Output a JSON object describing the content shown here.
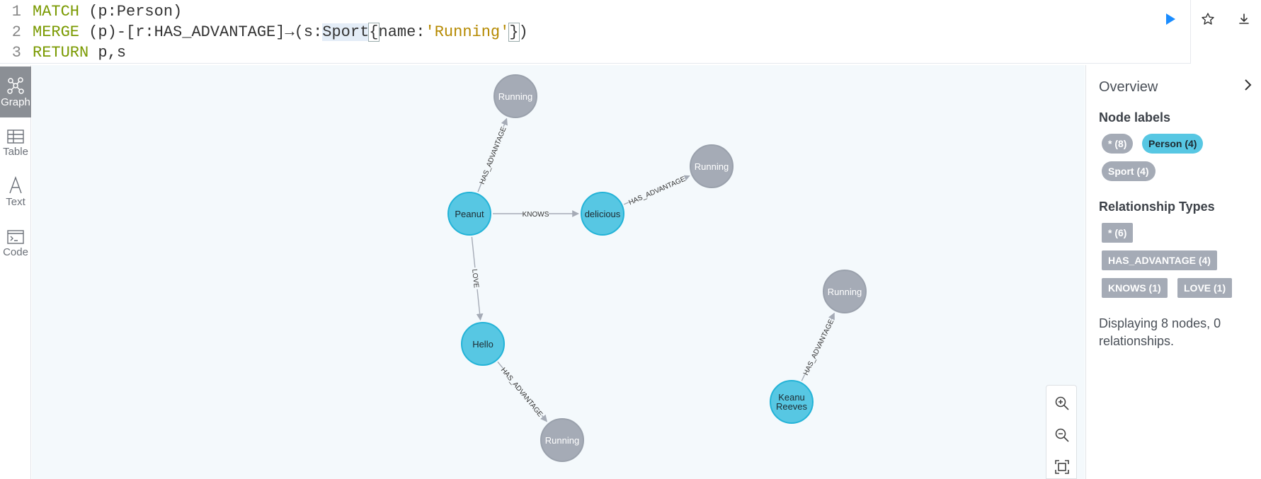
{
  "editor": {
    "lines": [
      {
        "num": "1",
        "parts": [
          [
            "kw",
            "MATCH"
          ],
          [
            "t",
            " (p:Person)"
          ]
        ]
      },
      {
        "num": "2",
        "parts": [
          [
            "kw",
            "MERGE"
          ],
          [
            "t",
            " (p)-[r:HAS_ADVANTAGE]→(s:"
          ],
          [
            "hl",
            "Sport"
          ],
          [
            "brk",
            "{"
          ],
          [
            "t",
            "name:"
          ],
          [
            "str",
            "'Running'"
          ],
          [
            "brk",
            "}"
          ],
          [
            "t",
            ")"
          ]
        ]
      },
      {
        "num": "3",
        "parts": [
          [
            "kw",
            "RETURN"
          ],
          [
            "t",
            " p,s"
          ]
        ]
      }
    ],
    "icons": [
      "play-icon",
      "star-icon",
      "download-icon"
    ]
  },
  "rail": [
    {
      "name": "graph",
      "label": "Graph",
      "active": true
    },
    {
      "name": "table",
      "label": "Table",
      "active": false
    },
    {
      "name": "text",
      "label": "Text",
      "active": false
    },
    {
      "name": "code",
      "label": "Code",
      "active": false
    }
  ],
  "graph": {
    "nodes": [
      {
        "id": "peanut",
        "label": "Peanut",
        "kind": "person"
      },
      {
        "id": "delicious",
        "label": "delicious",
        "kind": "person"
      },
      {
        "id": "hello",
        "label": "Hello",
        "kind": "person"
      },
      {
        "id": "keanu",
        "label": "Keanu\nReeves",
        "kind": "person"
      },
      {
        "id": "run1",
        "label": "Running",
        "kind": "sport"
      },
      {
        "id": "run2",
        "label": "Running",
        "kind": "sport"
      },
      {
        "id": "run3",
        "label": "Running",
        "kind": "sport"
      },
      {
        "id": "run4",
        "label": "Running",
        "kind": "sport"
      }
    ],
    "edges": [
      {
        "from": "peanut",
        "to": "run1",
        "label": "HAS_ADVANTAGE"
      },
      {
        "from": "peanut",
        "to": "delicious",
        "label": "KNOWS"
      },
      {
        "from": "delicious",
        "to": "run2",
        "label": "HAS_ADVANTAGE"
      },
      {
        "from": "peanut",
        "to": "hello",
        "label": "LOVE"
      },
      {
        "from": "hello",
        "to": "run3",
        "label": "HAS_ADVANTAGE"
      },
      {
        "from": "keanu",
        "to": "run4",
        "label": "HAS_ADVANTAGE"
      }
    ],
    "colors": {
      "person": "#57c7e3",
      "sport": "#a5abb6",
      "edge": "#a5abb6"
    }
  },
  "zoom": {
    "icons": [
      "zoom-in-icon",
      "zoom-out-icon",
      "fit-icon"
    ]
  },
  "overview": {
    "title": "Overview",
    "node_labels_heading": "Node labels",
    "node_labels": [
      {
        "label": "* (8)",
        "kind": "all"
      },
      {
        "label": "Person (4)",
        "kind": "person"
      },
      {
        "label": "Sport (4)",
        "kind": "sport"
      }
    ],
    "rel_heading": "Relationship Types",
    "rel_types": [
      {
        "label": "* (6)"
      },
      {
        "label": "HAS_ADVANTAGE (4)"
      },
      {
        "label": "KNOWS (1)"
      },
      {
        "label": "LOVE (1)"
      }
    ],
    "status": "Displaying 8 nodes, 0 relationships."
  }
}
